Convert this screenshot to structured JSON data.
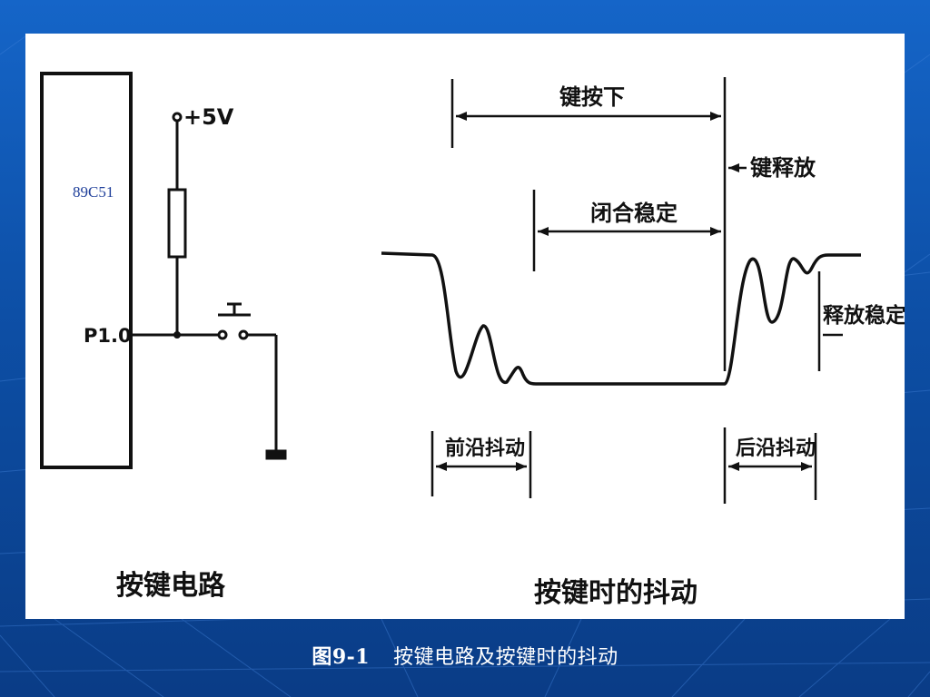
{
  "diagram": {
    "chip_label": "89C51",
    "vcc_label": "+5V",
    "pin_label": "P1.0",
    "circuit_caption": "按键电路",
    "timing": {
      "key_pressed": "键按下",
      "closed_stable": "闭合稳定",
      "key_release": "键释放",
      "release_stable": "释放稳定",
      "leading_bounce": "前沿抖动",
      "trailing_bounce": "后沿抖动",
      "caption": "按键时的抖动"
    }
  },
  "footer": {
    "figure_number": "图9-1",
    "figure_title": "按键电路及按键时的抖动"
  },
  "colors": {
    "background": "#0d4fa6",
    "panel": "#ffffff",
    "ink": "#111111",
    "chip_label": "#1f3f9a"
  }
}
